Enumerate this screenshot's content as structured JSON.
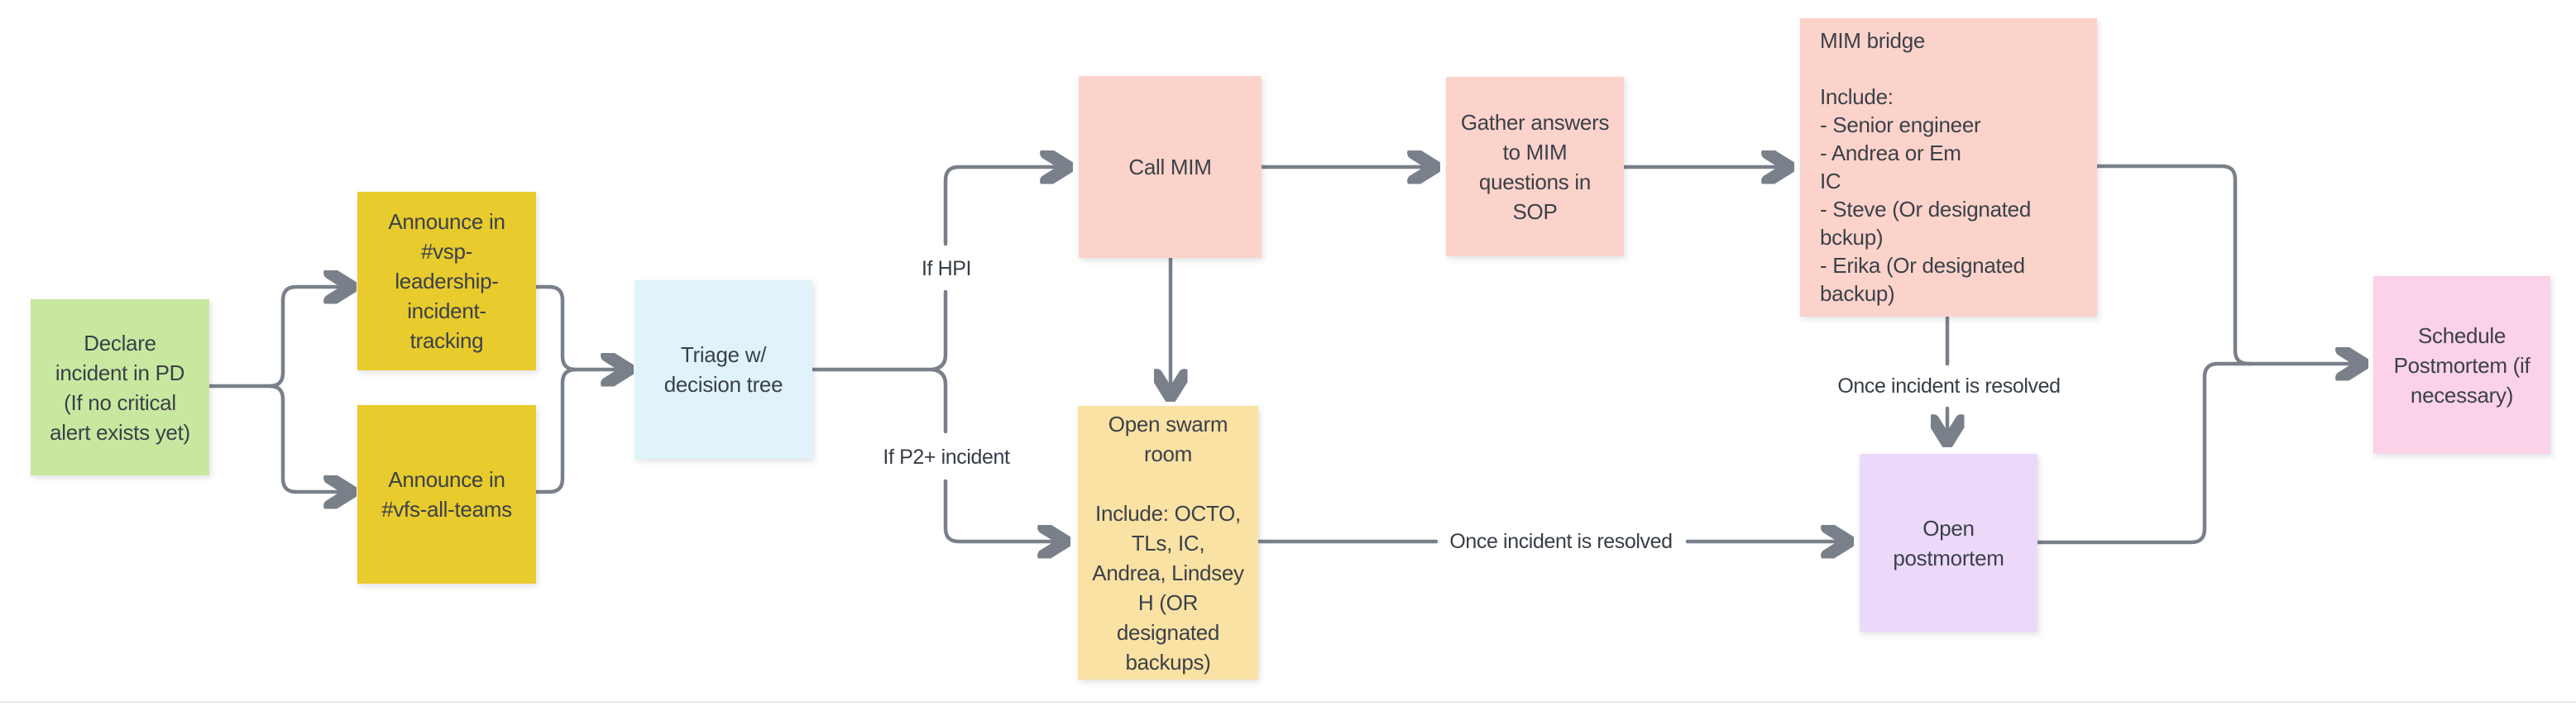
{
  "diagram": {
    "type": "flowchart",
    "background": "#ffffff"
  },
  "colors": {
    "connector": "#79808a",
    "text": "#3b4149",
    "green": "#c8e8a0",
    "yellow": "#e8cb2c",
    "blue": "#e0f3fb",
    "salmon": "#fcd3cb",
    "tan": "#fae2a4",
    "purple": "#ecd9fa",
    "pink": "#fbd2e8",
    "canvas_edge": "#e8e8ea"
  },
  "nodes": {
    "declare": {
      "text_lines": [
        "Declare",
        "incident in PD",
        "(If no critical",
        "alert exists yet)"
      ],
      "color": "#c8e8a0"
    },
    "vsp": {
      "text_lines": [
        "Announce in",
        "#vsp-",
        "leadership-",
        "incident-",
        "tracking"
      ],
      "color": "#e8cb2c"
    },
    "vfs": {
      "text_lines": [
        "Announce in",
        "#vfs-all-teams"
      ],
      "color": "#e8cb2c"
    },
    "triage": {
      "text_lines": [
        "Triage w/",
        "decision tree"
      ],
      "color": "#e0f3fb"
    },
    "call_mim": {
      "text_lines": [
        "Call MIM"
      ],
      "color": "#fcd3cb"
    },
    "gather": {
      "text_lines": [
        "Gather answers",
        "to MIM",
        "questions in",
        "SOP"
      ],
      "color": "#fcd3cb"
    },
    "mim_bridge": {
      "text_lines": [
        "MIM bridge",
        "",
        "Include:",
        "- Senior engineer",
        "- Andrea or Em",
        "IC",
        "- Steve (Or designated",
        "bckup)",
        "- Erika (Or designated",
        "backup)"
      ],
      "color": "#fcd3cb"
    },
    "swarm": {
      "text_lines": [
        "Open swarm",
        "room",
        "",
        "Include: OCTO,",
        "TLs, IC,",
        "Andrea, Lindsey",
        "H (OR",
        "designated",
        "backups)"
      ],
      "color": "#fae2a4"
    },
    "postmortem": {
      "text_lines": [
        "Open",
        "postmortem"
      ],
      "color": "#ecd9fa"
    },
    "schedule": {
      "text_lines": [
        "Schedule",
        "Postmortem (if",
        "necessary)"
      ],
      "color": "#fbd2e8"
    }
  },
  "edge_labels": {
    "if_hpi": "If HPI",
    "if_p2_incident": "If P2+ incident",
    "once_incident_resolved_swarm": "Once incident is resolved",
    "once_incident_resolved_mim": "Once incident is resolved"
  },
  "edges": [
    {
      "from": "declare",
      "to": "vsp"
    },
    {
      "from": "declare",
      "to": "vfs"
    },
    {
      "from": "vsp",
      "to": "triage"
    },
    {
      "from": "vfs",
      "to": "triage"
    },
    {
      "from": "triage",
      "to": "call_mim",
      "label": "If HPI"
    },
    {
      "from": "triage",
      "to": "swarm",
      "label": "If P2+ incident"
    },
    {
      "from": "call_mim",
      "to": "swarm"
    },
    {
      "from": "call_mim",
      "to": "gather"
    },
    {
      "from": "gather",
      "to": "mim_bridge"
    },
    {
      "from": "mim_bridge",
      "to": "postmortem",
      "label": "Once incident is resolved"
    },
    {
      "from": "swarm",
      "to": "postmortem",
      "label": "Once incident is resolved"
    },
    {
      "from": "mim_bridge",
      "to": "schedule"
    },
    {
      "from": "postmortem",
      "to": "schedule"
    }
  ]
}
